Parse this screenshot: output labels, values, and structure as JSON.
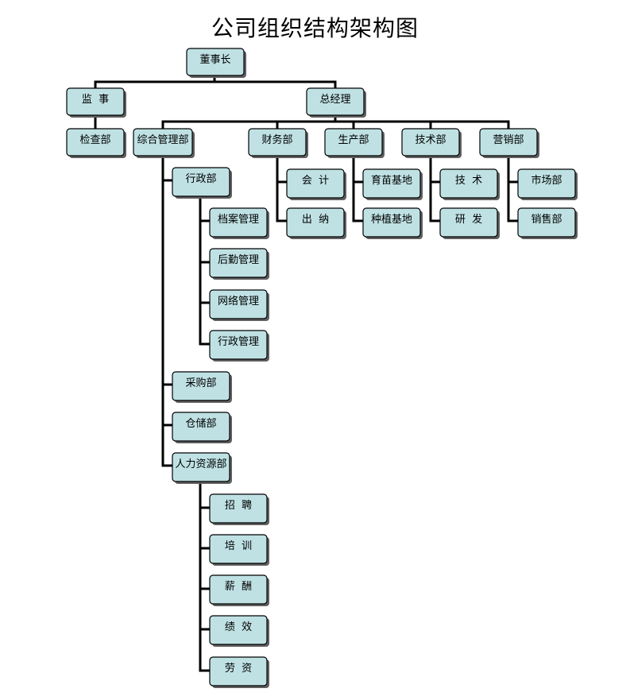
{
  "title": "公司组织结构架构图",
  "nodes": {
    "chairman": "董事长",
    "supervisor": "监  事",
    "inspection": "检查部",
    "gm": "总经理",
    "general_mgmt": "综合管理部",
    "finance": "财务部",
    "production": "生产部",
    "technology": "技术部",
    "marketing": "营销部",
    "admin": "行政部",
    "archives": "档案管理",
    "logistics": "后勤管理",
    "network": "网络管理",
    "admin_mgmt": "行政管理",
    "purchasing": "采购部",
    "warehouse": "仓储部",
    "hr": "人力资源部",
    "recruit": "招  聘",
    "training": "培  训",
    "salary": "薪  酬",
    "performance": "绩  效",
    "labor_wage": "劳  资",
    "accounting": "会  计",
    "cashier": "出  纳",
    "nursery_base": "育苗基地",
    "planting_base": "种植基地",
    "tech": "技  术",
    "rnd": "研  发",
    "market_dept": "市场部",
    "sales_dept": "销售部"
  }
}
